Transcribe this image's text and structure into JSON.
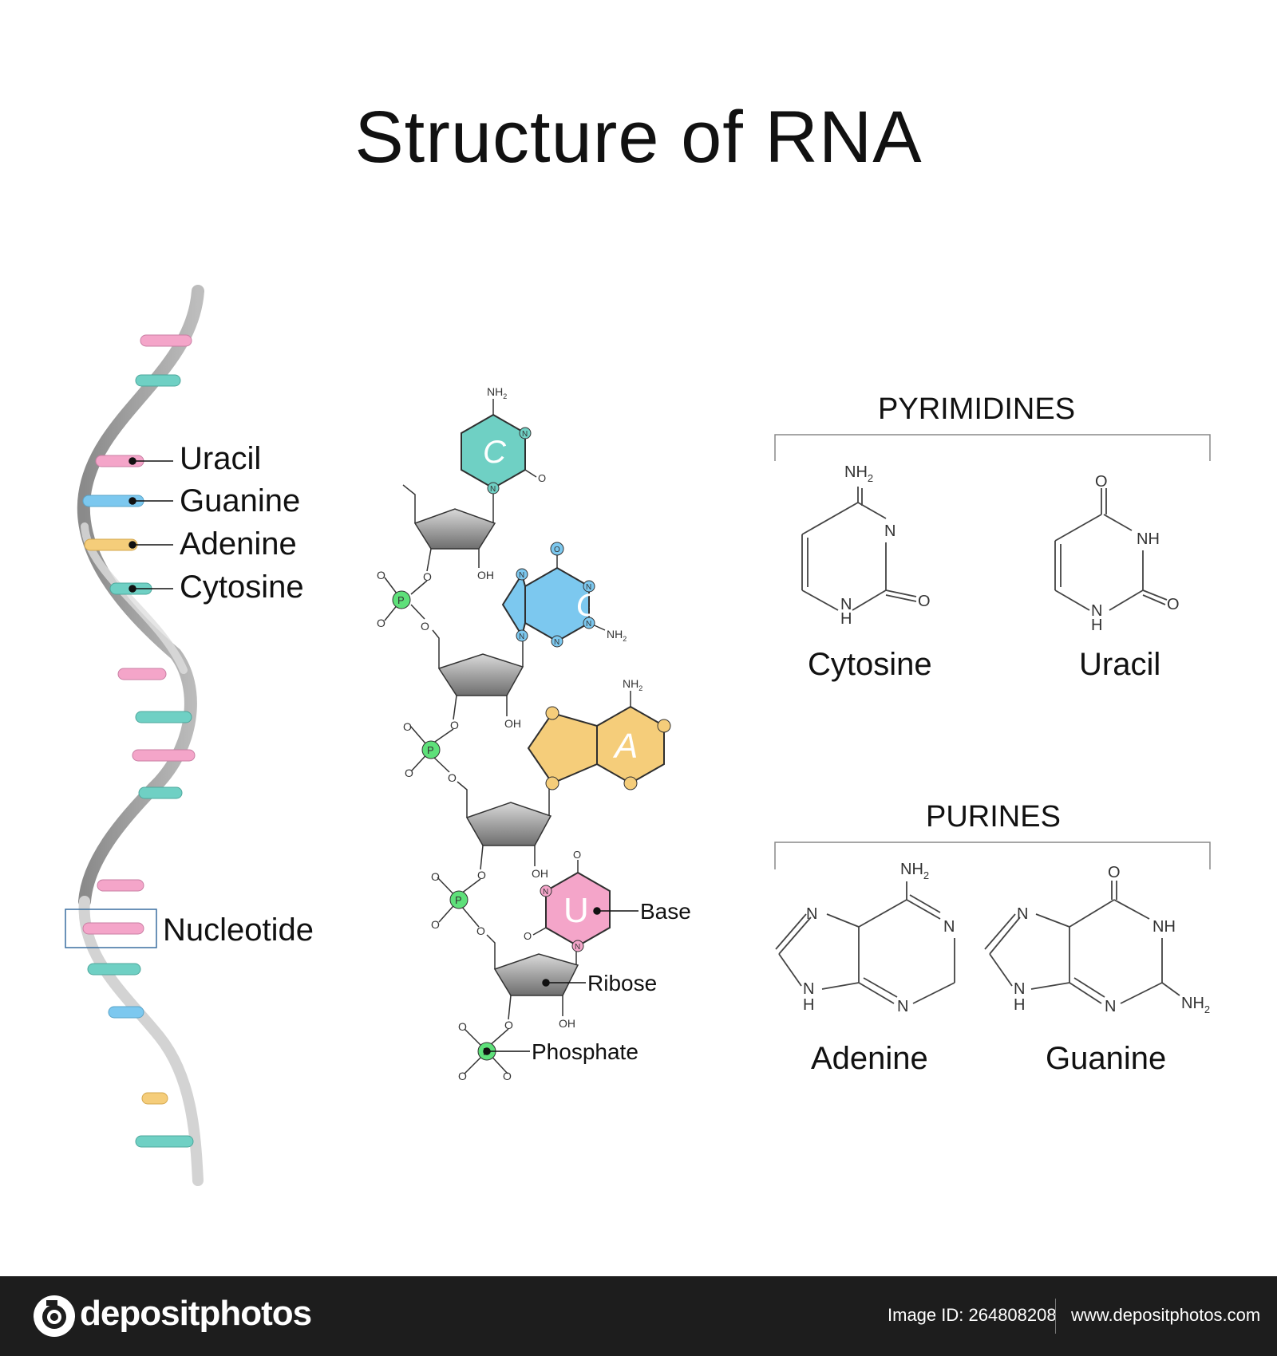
{
  "title": "Structure of RNA",
  "helix_labels": {
    "uracil": "Uracil",
    "guanine": "Guanine",
    "adenine": "Adenine",
    "cytosine": "Cytosine",
    "nucleotide": "Nucleotide"
  },
  "strand": {
    "bases": [
      {
        "letter": "C",
        "color": "#6fd0c4"
      },
      {
        "letter": "G",
        "color": "#7cc8ef"
      },
      {
        "letter": "A",
        "color": "#f5cd7a"
      },
      {
        "letter": "U",
        "color": "#f4a5c9"
      }
    ],
    "atoms": {
      "nh2": "NH",
      "sub2": "2",
      "n": "N",
      "o": "O",
      "oh": "OH",
      "p": "P"
    },
    "labels": {
      "base": "Base",
      "ribose": "Ribose",
      "phosphate": "Phosphate"
    }
  },
  "pyrimidines": {
    "heading": "PYRIMIDINES",
    "cytosine": "Cytosine",
    "uracil": "Uracil"
  },
  "purines": {
    "heading": "PURINES",
    "adenine": "Adenine",
    "guanine": "Guanine"
  },
  "chem_atoms": {
    "nh2": "NH",
    "sub2": "2",
    "n": "N",
    "nh": "NH",
    "h": "H",
    "o": "O"
  },
  "colors": {
    "pink": "#f4a5c9",
    "teal": "#6fd0c4",
    "blue": "#7cc8ef",
    "yellow": "#f5cd7a",
    "phosphate_green": "#5ee07a",
    "ribose_gray": "#9a9a9a"
  },
  "footer": {
    "logo": "depositphotos",
    "image_id": "Image ID: 264808208",
    "url": "www.depositphotos.com"
  }
}
